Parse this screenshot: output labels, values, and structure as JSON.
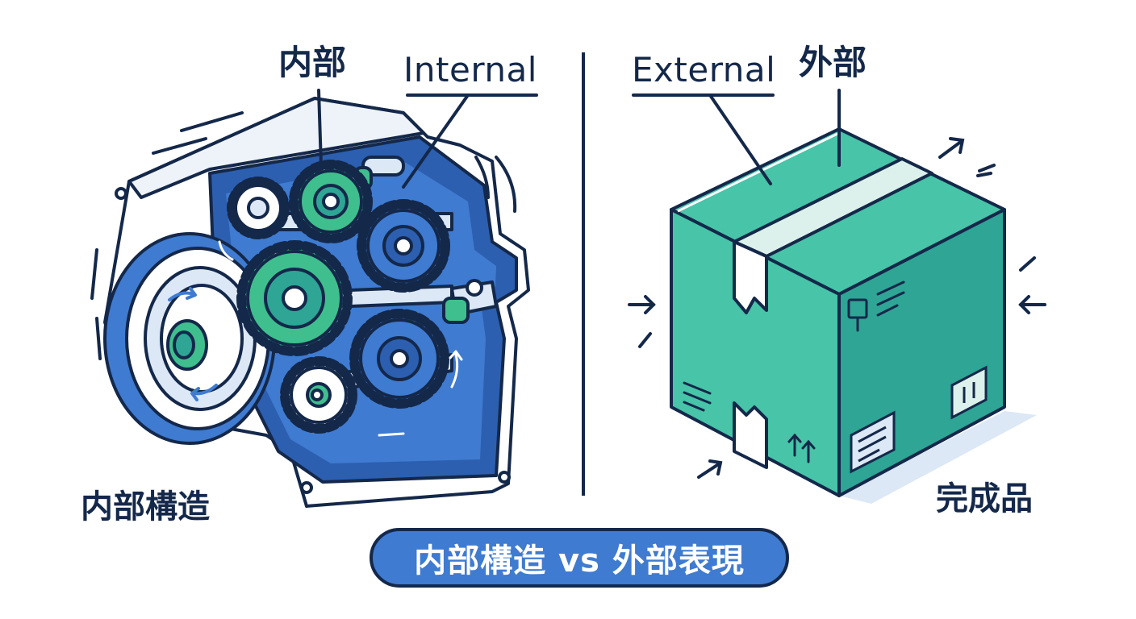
{
  "internal": {
    "label_jp": "内部",
    "label_en": "Internal",
    "caption": "内部構造"
  },
  "external": {
    "label_en": "External",
    "label_jp": "外部",
    "caption": "完成品"
  },
  "footer": {
    "title": "内部構造 vs 外部表現"
  },
  "colors": {
    "navy": "#14284a",
    "blue": "#3f7bd0",
    "dark_blue": "#2c5fb0",
    "green": "#3fbf8e",
    "teal": "#48c4a8",
    "teal_dark": "#2ea595",
    "light_blue": "#dce8f6"
  },
  "icons": [
    "gear-icon",
    "gearbox-illustration",
    "box-illustration",
    "arrow-icon",
    "up-arrows-icon",
    "fragile-icon",
    "shipping-label-icon"
  ]
}
